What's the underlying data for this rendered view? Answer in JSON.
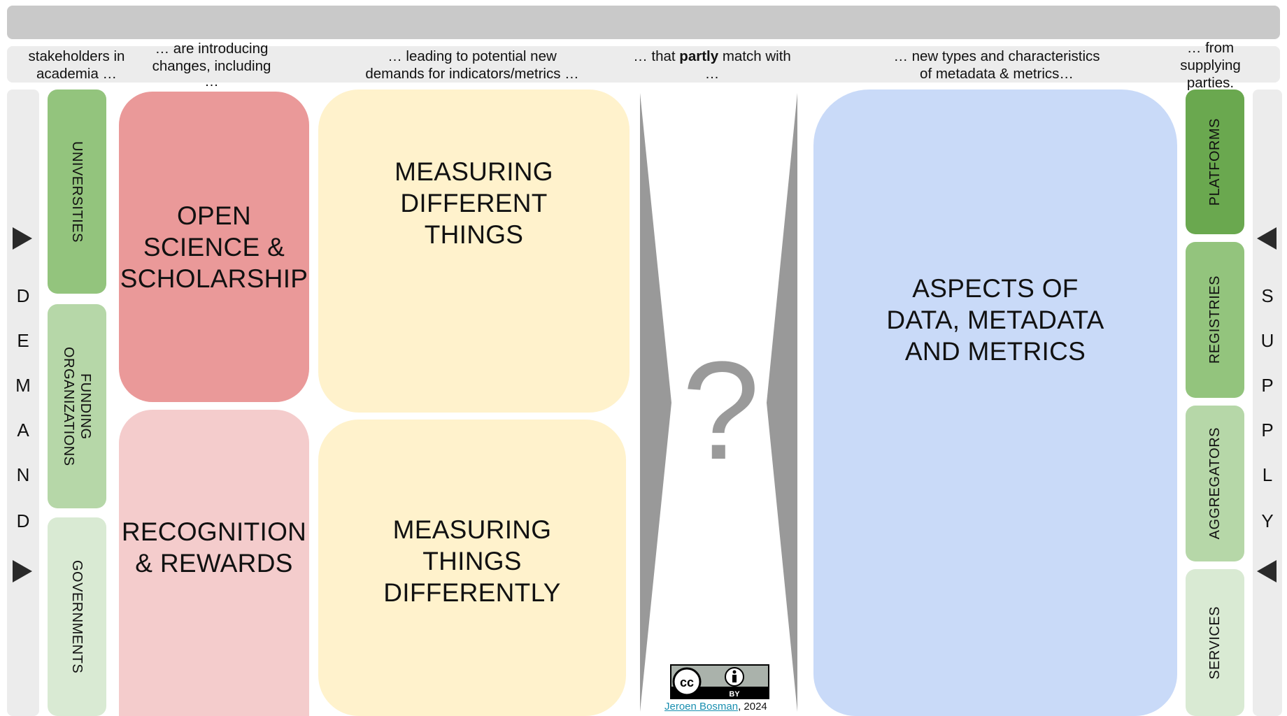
{
  "headers": {
    "stakeholders": [
      "stakeholders in",
      "academia …"
    ],
    "introducing": [
      "… are introducing",
      "changes, including",
      "…"
    ],
    "leading": [
      "… leading to potential new",
      "demands for indicators/metrics …"
    ],
    "that_prefix": "… that ",
    "that_bold": "partly",
    "that_suffix": " match with",
    "that_line2": "…",
    "new_types": [
      "… new types and characteristics",
      "of metadata & metrics…"
    ],
    "from": [
      "… from",
      "supplying",
      "parties."
    ]
  },
  "demand": {
    "letters": [
      "D",
      "E",
      "M",
      "A",
      "N",
      "D"
    ]
  },
  "supply": {
    "letters": [
      "S",
      "U",
      "P",
      "P",
      "L",
      "Y"
    ]
  },
  "stakeholders": [
    {
      "label": "UNIVERSITIES",
      "color": "#93c47d"
    },
    {
      "label_line1": "FUNDING",
      "label_line2": "ORGANIZATIONS",
      "color": "#b6d7a8"
    },
    {
      "label": "GOVERNMENTS",
      "color": "#d9ead3"
    }
  ],
  "changes": [
    {
      "lines": [
        "OPEN",
        "SCIENCE &",
        "SCHOLARSHIP"
      ],
      "color": "#ea9999"
    },
    {
      "lines": [
        "RECOGNITION",
        "& REWARDS"
      ],
      "color": "#f4cccc"
    }
  ],
  "demands": [
    {
      "lines": [
        "MEASURING",
        "DIFFERENT",
        "THINGS"
      ],
      "color": "#fff2cc"
    },
    {
      "lines": [
        "MEASURING",
        "THINGS",
        "DIFFERENTLY"
      ],
      "color": "#fff2cc"
    }
  ],
  "question_mark": "?",
  "aspects": {
    "lines": [
      "ASPECTS OF",
      "DATA, METADATA",
      "AND METRICS"
    ],
    "color": "#c9daf8"
  },
  "suppliers": [
    {
      "label": "PLATFORMS",
      "color": "#6aa84f"
    },
    {
      "label": "REGISTRIES",
      "color": "#93c47d"
    },
    {
      "label": "AGGREGATORS",
      "color": "#b6d7a8"
    },
    {
      "label": "SERVICES",
      "color": "#d9ead3"
    }
  ],
  "license": {
    "cc": "cc",
    "by": "BY"
  },
  "credit": {
    "author": "Jeroen Bosman",
    "year": ", 2024"
  },
  "colors": {
    "topbar": "#c9c9c9",
    "strip": "#ececec",
    "wedge": "#999999",
    "arrow": "#2a2a2a"
  }
}
